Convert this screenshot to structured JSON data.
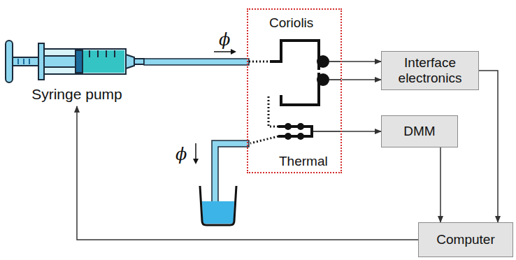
{
  "diagram": {
    "nodes": [
      {
        "text": [
          "Syringe pump"
        ]
      },
      {
        "text": [
          "Coriolis",
          "Thermal"
        ]
      },
      {
        "text": [
          "Interface electronics"
        ]
      },
      {
        "text": [
          "DMM"
        ]
      },
      {
        "text": [
          "Computer"
        ]
      }
    ],
    "edges": [
      {
        "from": 1,
        "to": 2,
        "arrow": "to"
      },
      {
        "from": 1,
        "to": 2,
        "arrow": "to"
      },
      {
        "from": 1,
        "to": 3,
        "arrow": "to"
      },
      {
        "from": 2,
        "to": 4,
        "arrow": "to"
      },
      {
        "from": 3,
        "to": 4,
        "arrow": "to"
      },
      {
        "from": 4,
        "to": 0,
        "arrow": "to"
      }
    ],
    "labels": [
      "ϕ",
      "ϕ"
    ]
  }
}
